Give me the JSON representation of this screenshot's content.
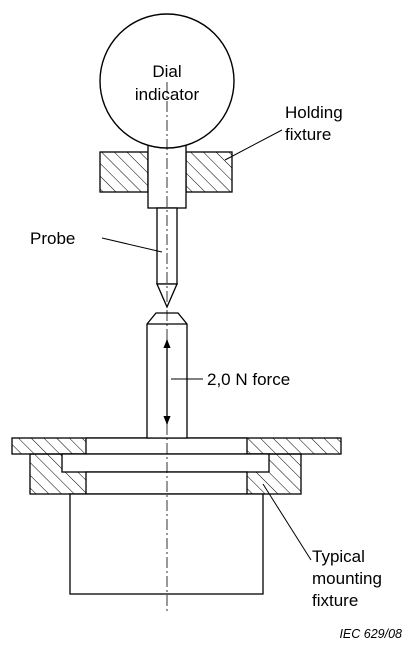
{
  "labels": {
    "dial_line1": "Dial",
    "dial_line2": "indicator",
    "holding_line1": "Holding",
    "holding_line2": "fixture",
    "probe": "Probe",
    "force": "2,0 N force",
    "mount_line1": "Typical",
    "mount_line2": "mounting",
    "mount_line3": "fixture",
    "figure_code": "IEC  629/08"
  }
}
